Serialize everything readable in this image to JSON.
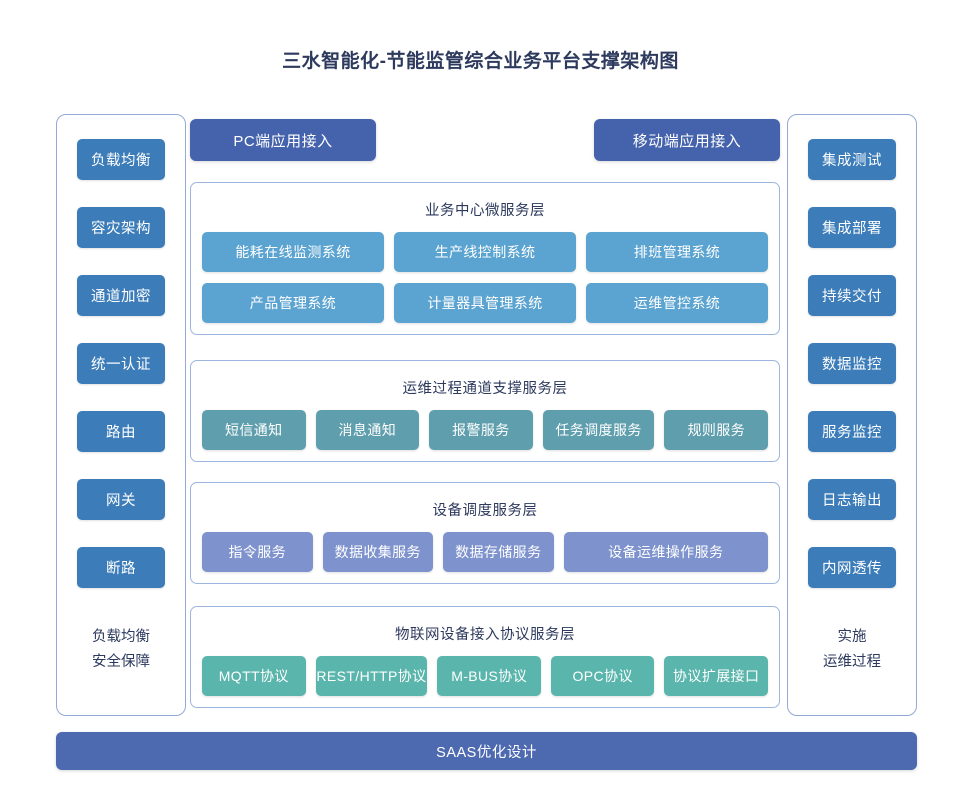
{
  "title": "三水智能化-节能监管综合业务平台支撑架构图",
  "colors": {
    "title_text": "#2d3a5e",
    "pillar_button": "#3b7cb9",
    "access_button": "#4563ad",
    "business_node": "#5ba3d0",
    "ops_node": "#5f9ead",
    "device_node": "#7e93cd",
    "protocol_node": "#5ab5ac",
    "saas_bar": "#4d69b0",
    "panel_border": "#9db6e0",
    "pillar_border": "#93a9d6"
  },
  "left_pillar": {
    "items": [
      {
        "label": "负载均衡"
      },
      {
        "label": "容灾架构"
      },
      {
        "label": "通道加密"
      },
      {
        "label": "统一认证"
      },
      {
        "label": "路由"
      },
      {
        "label": "网关"
      },
      {
        "label": "断路"
      }
    ],
    "footer_line1": "负载均衡",
    "footer_line2": "安全保障"
  },
  "right_pillar": {
    "items": [
      {
        "label": "集成测试"
      },
      {
        "label": "集成部署"
      },
      {
        "label": "持续交付"
      },
      {
        "label": "数据监控"
      },
      {
        "label": "服务监控"
      },
      {
        "label": "日志输出"
      },
      {
        "label": "内网透传"
      }
    ],
    "footer_line1": "实施",
    "footer_line2": "运维过程"
  },
  "access": {
    "items": [
      {
        "label": "PC端应用接入"
      },
      {
        "label": "移动端应用接入"
      }
    ]
  },
  "layers": [
    {
      "id": "business",
      "title": "业务中心微服务层",
      "rows": [
        [
          {
            "label": "能耗在线监测系统",
            "flex": 1
          },
          {
            "label": "生产线控制系统",
            "flex": 1
          },
          {
            "label": "排班管理系统",
            "flex": 1
          }
        ],
        [
          {
            "label": "产品管理系统",
            "flex": 1
          },
          {
            "label": "计量器具管理系统",
            "flex": 1
          },
          {
            "label": "运维管控系统",
            "flex": 1
          }
        ]
      ]
    },
    {
      "id": "ops",
      "title": "运维过程通道支撑服务层",
      "rows": [
        [
          {
            "label": "短信通知",
            "flex": 1
          },
          {
            "label": "消息通知",
            "flex": 1
          },
          {
            "label": "报警服务",
            "flex": 1
          },
          {
            "label": "任务调度服务",
            "flex": 1.08
          },
          {
            "label": "规则服务",
            "flex": 1
          }
        ]
      ]
    },
    {
      "id": "device",
      "title": "设备调度服务层",
      "rows": [
        [
          {
            "label": "指令服务",
            "flex": 1
          },
          {
            "label": "数据收集服务",
            "flex": 1
          },
          {
            "label": "数据存储服务",
            "flex": 1
          },
          {
            "label": "设备运维操作服务",
            "flex": 1.85
          }
        ]
      ]
    },
    {
      "id": "protocol",
      "title": "物联网设备接入协议服务层",
      "rows": [
        [
          {
            "label": "MQTT协议",
            "flex": 1
          },
          {
            "label": "REST/HTTP协议",
            "flex": 1.08
          },
          {
            "label": "M-BUS协议",
            "flex": 1
          },
          {
            "label": "OPC协议",
            "flex": 1
          },
          {
            "label": "协议扩展接口",
            "flex": 1
          }
        ]
      ]
    }
  ],
  "saas": {
    "label": "SAAS优化设计"
  }
}
